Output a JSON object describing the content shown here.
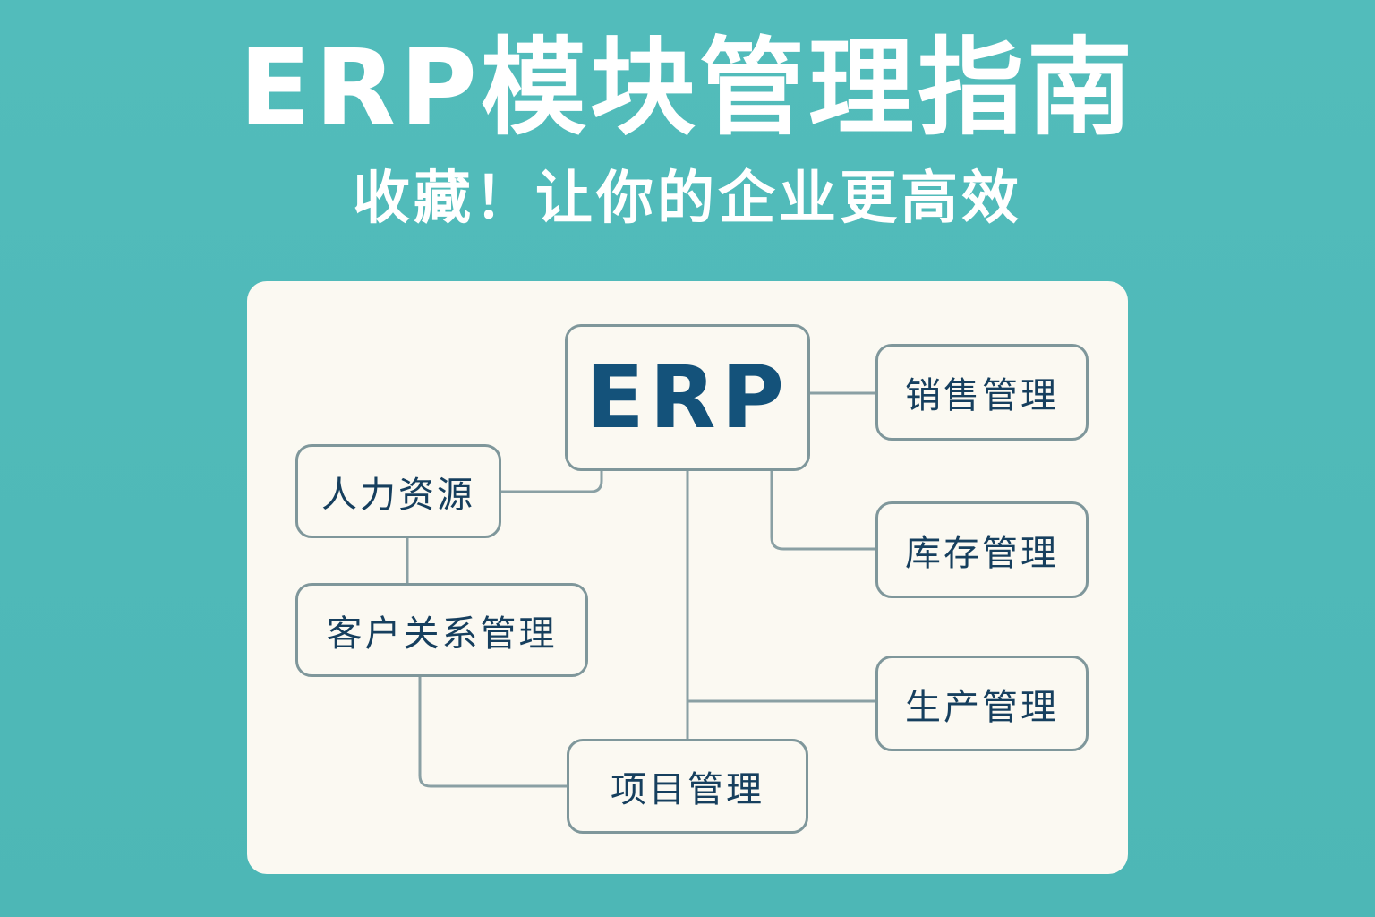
{
  "header": {
    "title": "ERP模块管理指南",
    "subtitle": "收藏！让你的企业更高效"
  },
  "diagram": {
    "root": "ERP",
    "nodes": {
      "sales": "销售管理",
      "inventory": "库存管理",
      "production": "生产管理",
      "hr": "人力资源",
      "crm": "客户关系管理",
      "project": "项目管理"
    }
  },
  "colors": {
    "background": "#4db8b7",
    "card": "#fbf9f2",
    "text": "#14527a",
    "border": "#7f979b"
  }
}
